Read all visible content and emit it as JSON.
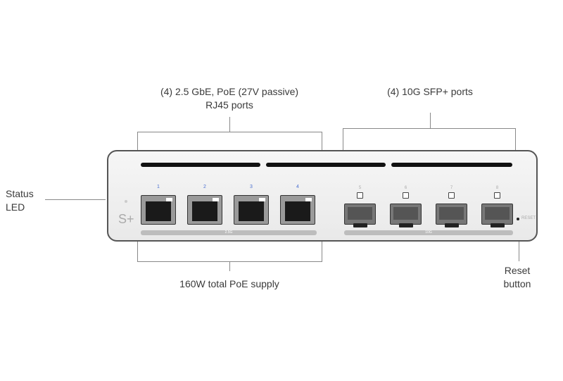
{
  "callouts": {
    "rj45_line1": "(4) 2.5 GbE, PoE (27V passive)",
    "rj45_line2": "RJ45 ports",
    "sfp": "(4) 10G SFP+ ports",
    "status_line1": "Status",
    "status_line2": "LED",
    "poe": "160W total PoE supply",
    "reset_line1": "Reset",
    "reset_line2": "button"
  },
  "device": {
    "logo": "S+",
    "rj45_ports": [
      "1",
      "2",
      "3",
      "4"
    ],
    "sfp_ports": [
      "5",
      "6",
      "7",
      "8"
    ],
    "rj45_group_label": "2.5G",
    "sfp_group_label": "10G",
    "reset_label": "RESET"
  }
}
